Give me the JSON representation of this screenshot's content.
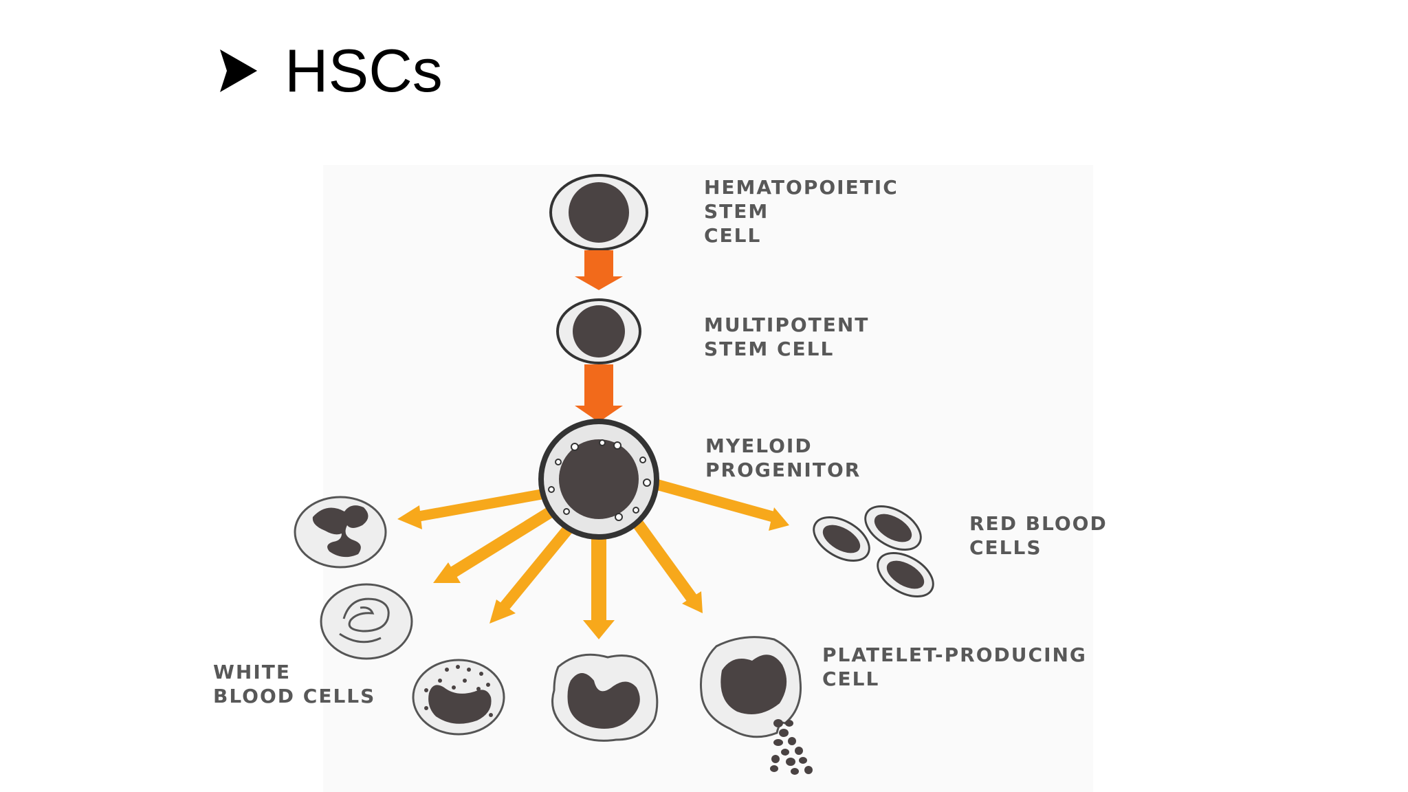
{
  "slide": {
    "title": "HSCs",
    "bullet_icon": "arrowhead-bullet-icon"
  },
  "colors": {
    "arrow_orange": "#f26a1b",
    "arrow_yellow": "#f7a81b",
    "nucleus": "#4a4343",
    "membrane": "#eeeeee",
    "outline": "#333333",
    "label": "#585858",
    "panel": "#fafafa"
  },
  "diagram": {
    "hsc_label": [
      "HEMATOPOIETIC",
      "STEM",
      "CELL"
    ],
    "multipotent_label": [
      "MULTIPOTENT",
      "STEM CELL"
    ],
    "myeloid_label": [
      "MYELOID",
      "PROGENITOR"
    ],
    "rbc_label": [
      "RED BLOOD",
      "CELLS"
    ],
    "platelet_label": [
      "PLATELET-PRODUCING",
      "CELL"
    ],
    "wbc_label": [
      "WHITE",
      "BLOOD CELLS"
    ]
  }
}
